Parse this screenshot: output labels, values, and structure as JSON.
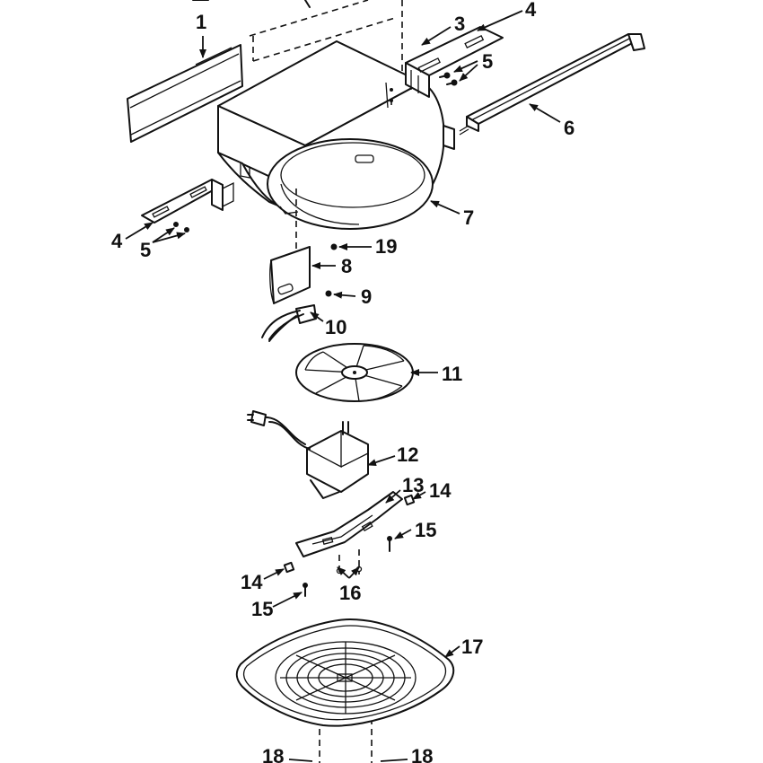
{
  "diagram": {
    "type": "exploded-parts-view",
    "callouts": [
      {
        "id": "c1",
        "label": "1"
      },
      {
        "id": "c3",
        "label": "3"
      },
      {
        "id": "c4a",
        "label": "4"
      },
      {
        "id": "c5a",
        "label": "5"
      },
      {
        "id": "c6",
        "label": "6"
      },
      {
        "id": "c7",
        "label": "7"
      },
      {
        "id": "c4b",
        "label": "4"
      },
      {
        "id": "c5b",
        "label": "5"
      },
      {
        "id": "c19",
        "label": "19"
      },
      {
        "id": "c8",
        "label": "8"
      },
      {
        "id": "c9",
        "label": "9"
      },
      {
        "id": "c10",
        "label": "10"
      },
      {
        "id": "c11",
        "label": "11"
      },
      {
        "id": "c12",
        "label": "12"
      },
      {
        "id": "c13",
        "label": "13"
      },
      {
        "id": "c14a",
        "label": "14"
      },
      {
        "id": "c15a",
        "label": "15"
      },
      {
        "id": "c14b",
        "label": "14"
      },
      {
        "id": "c15b",
        "label": "15"
      },
      {
        "id": "c16",
        "label": "16"
      },
      {
        "id": "c17",
        "label": "17"
      },
      {
        "id": "c18a",
        "label": "18"
      },
      {
        "id": "c18b",
        "label": "18"
      }
    ]
  }
}
